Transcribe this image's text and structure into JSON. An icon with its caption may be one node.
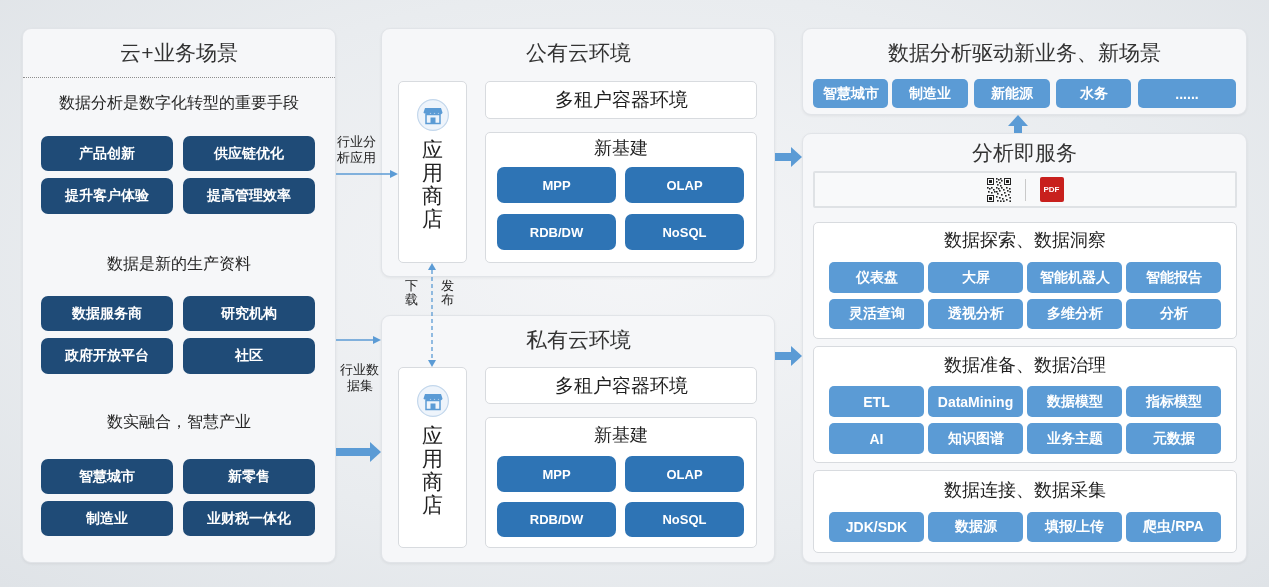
{
  "diagram": {
    "nodes": [
      {
        "text": [
          "云+业务场景",
          "数据分析是数字化转型的重要手段",
          "数据是新的生产资料",
          "数实融合，智慧产业"
        ]
      },
      {
        "text": [
          "产品创新"
        ],
        "in": 0
      },
      {
        "text": [
          "供应链优化"
        ],
        "in": 0
      },
      {
        "text": [
          "提升客户体验"
        ],
        "in": 0
      },
      {
        "text": [
          "提高管理效率"
        ],
        "in": 0
      },
      {
        "text": [
          "数据服务商"
        ],
        "in": 0
      },
      {
        "text": [
          "研究机构"
        ],
        "in": 0
      },
      {
        "text": [
          "政府开放平台"
        ],
        "in": 0
      },
      {
        "text": [
          "社区"
        ],
        "in": 0
      },
      {
        "text": [
          "智慧城市"
        ],
        "in": 0
      },
      {
        "text": [
          "新零售"
        ],
        "in": 0
      },
      {
        "text": [
          "制造业"
        ],
        "in": 0
      },
      {
        "text": [
          "业财税一体化"
        ],
        "in": 0
      },
      {
        "text": [
          "公有云环境"
        ]
      },
      {
        "text": [
          "应用商店"
        ],
        "in": 13
      },
      {
        "text": [
          "多租户容器环境"
        ],
        "in": 13
      },
      {
        "text": [
          "新基建"
        ],
        "in": 13
      },
      {
        "text": [
          "MPP"
        ],
        "in": 16
      },
      {
        "text": [
          "OLAP"
        ],
        "in": 16
      },
      {
        "text": [
          "RDB/DW"
        ],
        "in": 16
      },
      {
        "text": [
          "NoSQL"
        ],
        "in": 16
      },
      {
        "text": [
          "私有云环境"
        ]
      },
      {
        "text": [
          "应用商店"
        ],
        "in": 21
      },
      {
        "text": [
          "多租户容器环境"
        ],
        "in": 21
      },
      {
        "text": [
          "新基建"
        ],
        "in": 21
      },
      {
        "text": [
          "MPP"
        ],
        "in": 24
      },
      {
        "text": [
          "OLAP"
        ],
        "in": 24
      },
      {
        "text": [
          "RDB/DW"
        ],
        "in": 24
      },
      {
        "text": [
          "NoSQL"
        ],
        "in": 24
      },
      {
        "text": [
          "数据分析驱动新业务、新场景"
        ]
      },
      {
        "text": [
          "智慧城市"
        ],
        "in": 29
      },
      {
        "text": [
          "制造业"
        ],
        "in": 29
      },
      {
        "text": [
          "新能源"
        ],
        "in": 29
      },
      {
        "text": [
          "水务"
        ],
        "in": 29
      },
      {
        "text": [
          "......"
        ],
        "in": 29
      },
      {
        "text": [
          "分析即服务"
        ]
      },
      {
        "text": [
          "数据探索、数据洞察"
        ],
        "in": 35
      },
      {
        "text": [
          "仪表盘"
        ],
        "in": 36
      },
      {
        "text": [
          "大屏"
        ],
        "in": 36
      },
      {
        "text": [
          "智能机器人"
        ],
        "in": 36
      },
      {
        "text": [
          "智能报告"
        ],
        "in": 36
      },
      {
        "text": [
          "灵活查询"
        ],
        "in": 36
      },
      {
        "text": [
          "透视分析"
        ],
        "in": 36
      },
      {
        "text": [
          "多维分析"
        ],
        "in": 36
      },
      {
        "text": [
          "分析"
        ],
        "in": 36
      },
      {
        "text": [
          "数据准备、数据治理"
        ],
        "in": 35
      },
      {
        "text": [
          "ETL"
        ],
        "in": 45
      },
      {
        "text": [
          "DataMining"
        ],
        "in": 45
      },
      {
        "text": [
          "数据模型"
        ],
        "in": 45
      },
      {
        "text": [
          "指标模型"
        ],
        "in": 45
      },
      {
        "text": [
          "AI"
        ],
        "in": 45
      },
      {
        "text": [
          "知识图谱"
        ],
        "in": 45
      },
      {
        "text": [
          "业务主题"
        ],
        "in": 45
      },
      {
        "text": [
          "元数据"
        ],
        "in": 45
      },
      {
        "text": [
          "数据连接、数据采集"
        ],
        "in": 35
      },
      {
        "text": [
          "JDK/SDK"
        ],
        "in": 54
      },
      {
        "text": [
          "数据源"
        ],
        "in": 54
      },
      {
        "text": [
          "填报/上传"
        ],
        "in": 54
      },
      {
        "text": [
          "爬虫/RPA"
        ],
        "in": 54
      }
    ],
    "edges": [
      {
        "from": 0,
        "to": 14,
        "arrow": "to",
        "label": "行业分析应用"
      },
      {
        "from": 0,
        "to": 21,
        "arrow": "to",
        "label": "行业数据集"
      },
      {
        "from": 0,
        "to": 21,
        "arrow": "to"
      },
      {
        "from": 14,
        "to": 22,
        "arrow": "both",
        "style": "dashed",
        "label": "下载"
      },
      {
        "from": 13,
        "to": 35,
        "arrow": "to"
      },
      {
        "from": 21,
        "to": 35,
        "arrow": "to"
      },
      {
        "from": 35,
        "to": 29,
        "arrow": "to"
      }
    ],
    "labels": [
      "发布",
      "PDF"
    ]
  }
}
